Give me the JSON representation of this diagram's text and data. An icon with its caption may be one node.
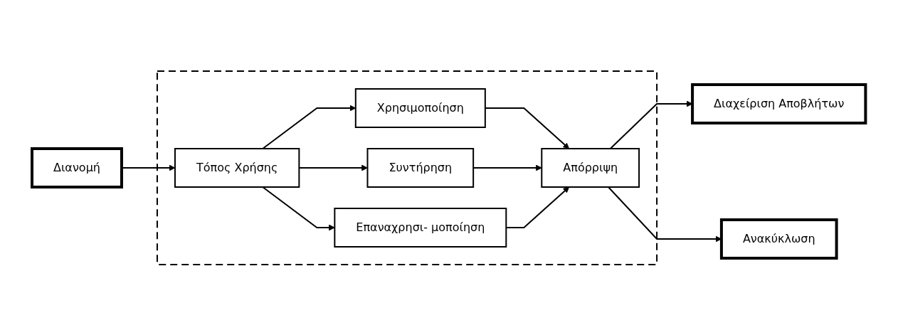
{
  "diagram": {
    "nodes": [
      {
        "text": [
          "Διανομή"
        ]
      },
      {
        "text": [],
        "shape": "box"
      },
      {
        "text": [
          "Τόπος Χρήσης"
        ],
        "in": 1
      },
      {
        "text": [
          "Χρησιμοποίηση"
        ],
        "in": 1
      },
      {
        "text": [
          "Συντήρηση"
        ],
        "in": 1
      },
      {
        "text": [
          "Επαναχρησι- μοποίηση"
        ],
        "in": 1
      },
      {
        "text": [
          "Απόρριψη"
        ],
        "in": 1
      },
      {
        "text": [
          "Διαχείριση Αποβλήτων"
        ]
      },
      {
        "text": [
          "Ανακύκλωση"
        ]
      }
    ],
    "edges": [
      {
        "from": 0,
        "to": 2,
        "arrow": "to"
      },
      {
        "from": 2,
        "to": 3,
        "arrow": "to"
      },
      {
        "from": 2,
        "to": 4,
        "arrow": "to"
      },
      {
        "from": 2,
        "to": 5,
        "arrow": "to"
      },
      {
        "from": 3,
        "to": 6,
        "arrow": "to"
      },
      {
        "from": 4,
        "to": 6,
        "arrow": "to"
      },
      {
        "from": 5,
        "to": 6,
        "arrow": "to"
      },
      {
        "from": 6,
        "to": 7,
        "arrow": "to"
      },
      {
        "from": 6,
        "to": 8,
        "arrow": "to"
      }
    ]
  }
}
